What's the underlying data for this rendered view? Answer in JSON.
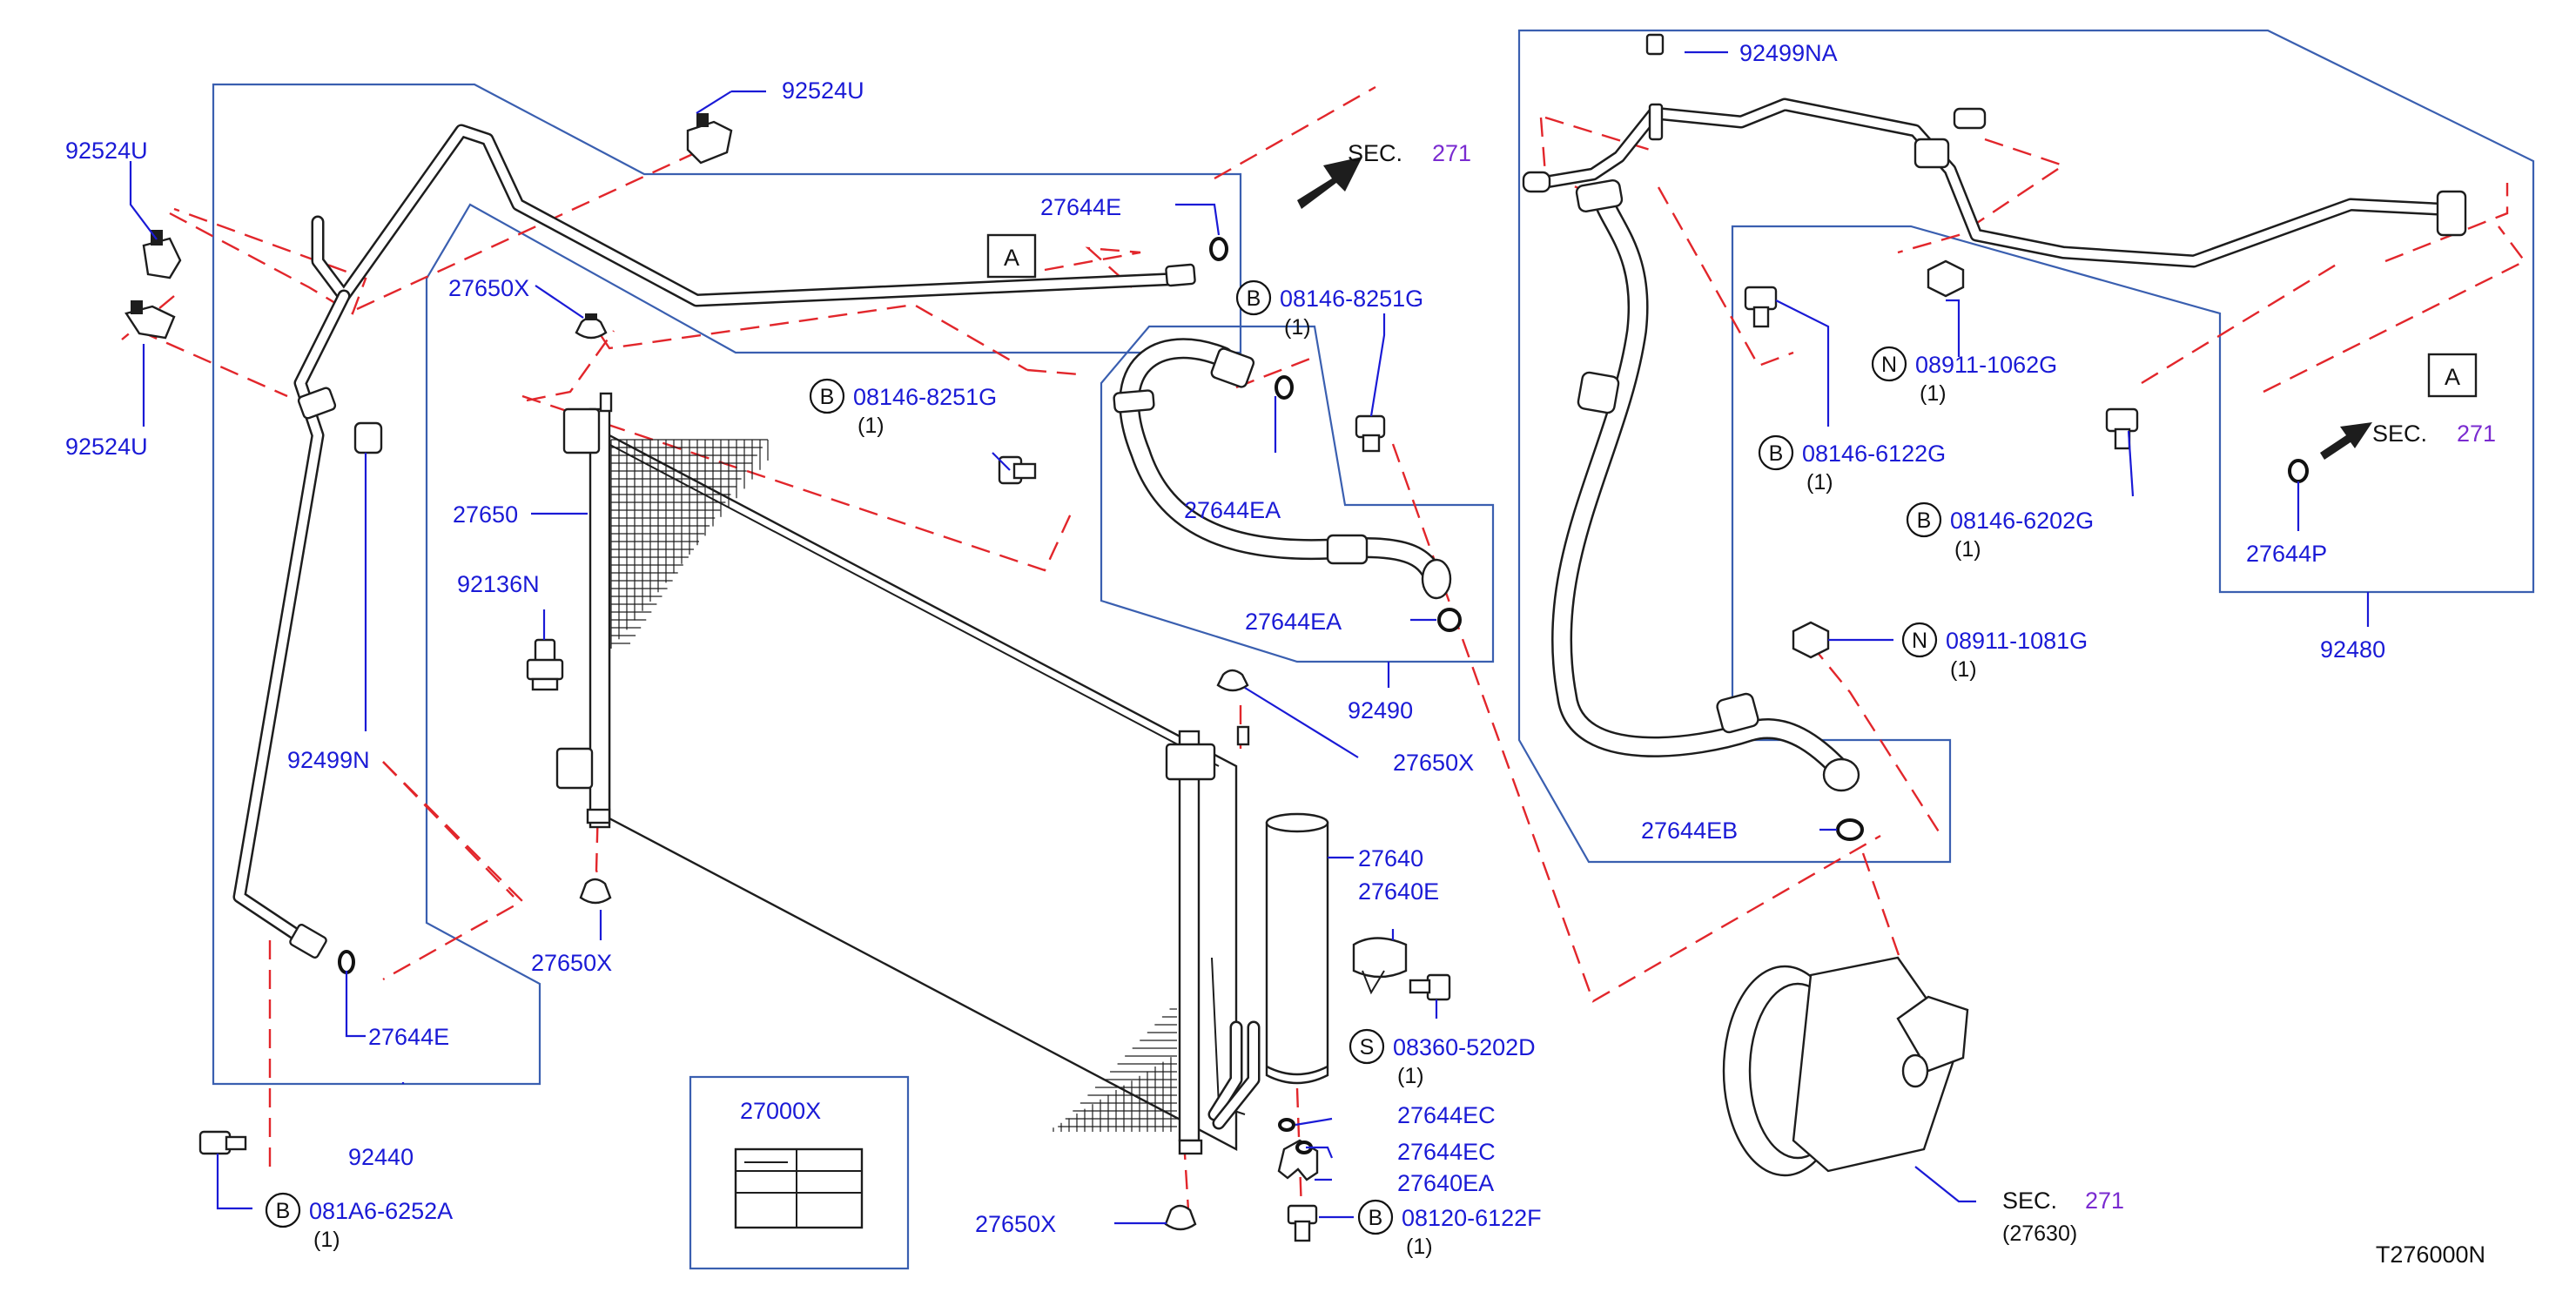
{
  "diagram_code": "T276000N",
  "section_refs": {
    "top": {
      "prefix": "SEC.",
      "number": "271"
    },
    "right": {
      "prefix": "SEC.",
      "number": "271"
    },
    "compressor": {
      "prefix": "SEC.",
      "number": "271",
      "sub": "(27630)"
    }
  },
  "markers": {
    "left": "A",
    "right": "A"
  },
  "labels": {
    "p92524u_top": "92524U",
    "p92524u_left_top": "92524U",
    "p92524u_left_bottom": "92524U",
    "p92499n": "92499N",
    "p27650x_top": "27650X",
    "p27650": "27650",
    "p92136n": "92136N",
    "p27650x_mid": "27650X",
    "p27644e_bottom": "27644E",
    "p92440": "92440",
    "p27644e_top": "27644E",
    "p27644ea_a": "27644EA",
    "p27644ea_b": "27644EA",
    "p92490": "92490",
    "p27650x_right": "27650X",
    "p27640": "27640",
    "p27640e": "27640E",
    "p27644ec_a": "27644EC",
    "p27644ec_b": "27644EC",
    "p27640ea": "27640EA",
    "p27650x_bottom": "27650X",
    "p27000x": "27000X",
    "p92499na": "92499NA",
    "p27644eb": "27644EB",
    "p27644p": "27644P",
    "p92480": "92480"
  },
  "coded_labels": [
    {
      "code": "B",
      "part": "08146-8251G",
      "qty": "(1)",
      "id": "b-08146-8251g-left"
    },
    {
      "code": "B",
      "part": "08146-8251G",
      "qty": "(1)",
      "id": "b-08146-8251g-top"
    },
    {
      "code": "S",
      "part": "08360-5202D",
      "qty": "(1)",
      "id": "s-08360-5202d"
    },
    {
      "code": "B",
      "part": "08120-6122F",
      "qty": "(1)",
      "id": "b-08120-6122f"
    },
    {
      "code": "B",
      "part": "081A6-6252A",
      "qty": "(1)",
      "id": "b-081a6-6252a"
    },
    {
      "code": "N",
      "part": "08911-1062G",
      "qty": "(1)",
      "id": "n-08911-1062g"
    },
    {
      "code": "B",
      "part": "08146-6122G",
      "qty": "(1)",
      "id": "b-08146-6122g"
    },
    {
      "code": "B",
      "part": "08146-6202G",
      "qty": "(1)",
      "id": "b-08146-6202g"
    },
    {
      "code": "N",
      "part": "08911-1081G",
      "qty": "(1)",
      "id": "n-08911-1081g"
    }
  ],
  "colors": {
    "callout": "#1a1ad6",
    "leader_dash": "#e2262b",
    "frame": "#3a5fb0",
    "section_number": "#7a2bd0"
  }
}
